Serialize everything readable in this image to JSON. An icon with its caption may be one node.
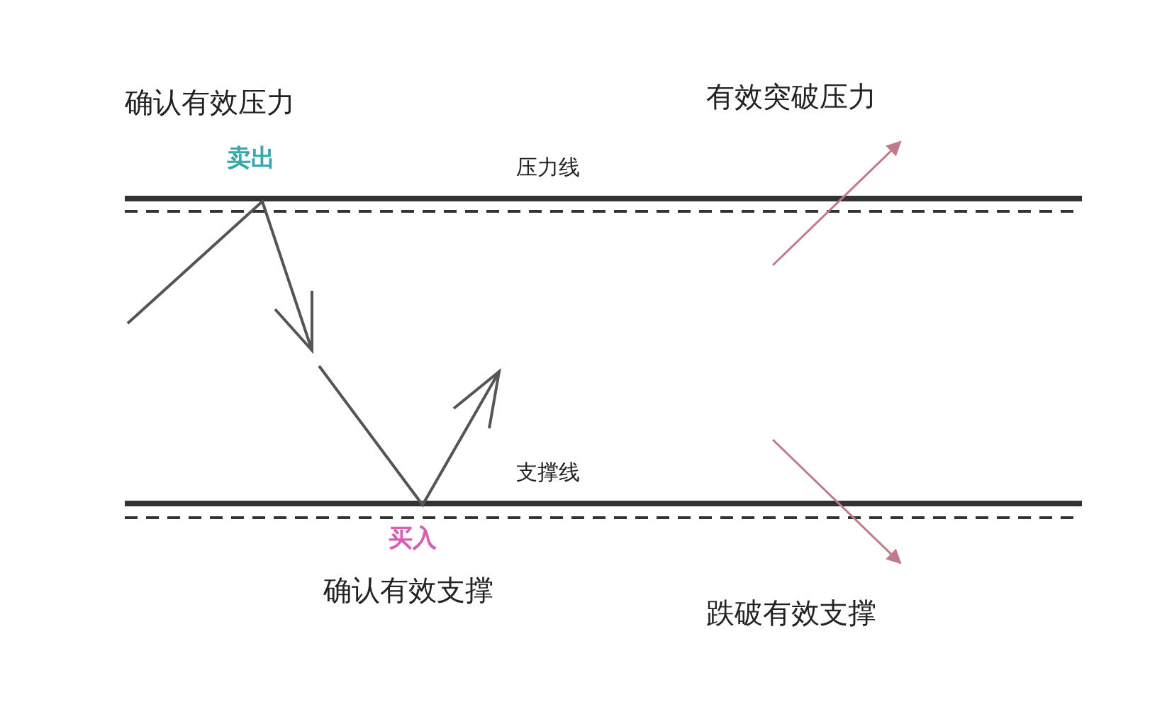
{
  "diagram": {
    "labels": [
      "确认有效压力",
      "有效突破压力",
      "卖出",
      "压力线",
      "支撑线",
      "买入",
      "确认有效支撑",
      "跌破有效支撑"
    ]
  }
}
